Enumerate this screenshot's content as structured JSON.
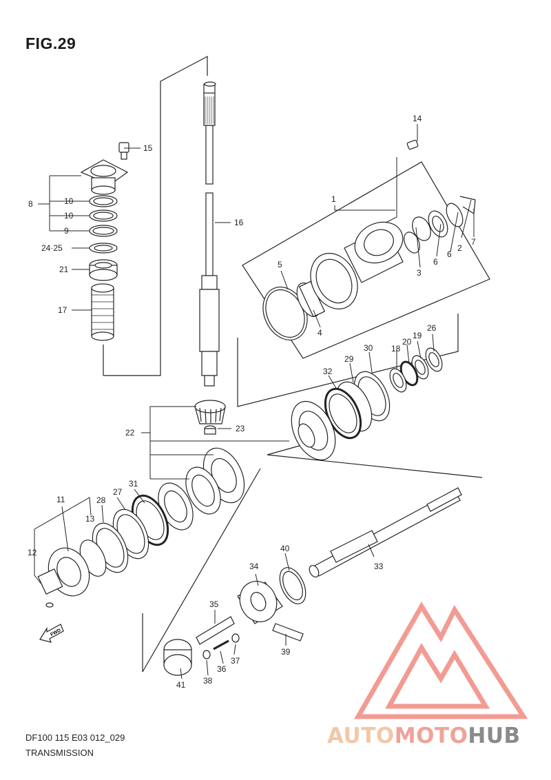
{
  "figure": {
    "title": "FIG.29",
    "model_code": "DF100 115 E03 012_029",
    "section_name": "TRANSMISSION"
  },
  "fwd_label": "FWD",
  "callouts": [
    {
      "id": "1",
      "text": "1"
    },
    {
      "id": "2",
      "text": "2"
    },
    {
      "id": "3",
      "text": "3"
    },
    {
      "id": "4",
      "text": "4"
    },
    {
      "id": "5",
      "text": "5"
    },
    {
      "id": "6a",
      "text": "6"
    },
    {
      "id": "6b",
      "text": "6"
    },
    {
      "id": "7",
      "text": "7"
    },
    {
      "id": "8",
      "text": "8"
    },
    {
      "id": "9",
      "text": "9"
    },
    {
      "id": "10a",
      "text": "10"
    },
    {
      "id": "10b",
      "text": "10"
    },
    {
      "id": "11",
      "text": "11"
    },
    {
      "id": "12",
      "text": "12"
    },
    {
      "id": "13",
      "text": "13"
    },
    {
      "id": "14",
      "text": "14"
    },
    {
      "id": "15",
      "text": "15"
    },
    {
      "id": "16",
      "text": "16"
    },
    {
      "id": "17",
      "text": "17"
    },
    {
      "id": "18",
      "text": "18"
    },
    {
      "id": "19",
      "text": "19"
    },
    {
      "id": "20",
      "text": "20"
    },
    {
      "id": "21",
      "text": "21"
    },
    {
      "id": "22",
      "text": "22"
    },
    {
      "id": "23",
      "text": "23"
    },
    {
      "id": "24-25",
      "text": "24·25"
    },
    {
      "id": "26",
      "text": "26"
    },
    {
      "id": "27",
      "text": "27"
    },
    {
      "id": "28",
      "text": "28"
    },
    {
      "id": "29",
      "text": "29"
    },
    {
      "id": "30",
      "text": "30"
    },
    {
      "id": "31",
      "text": "31"
    },
    {
      "id": "32",
      "text": "32"
    },
    {
      "id": "33",
      "text": "33"
    },
    {
      "id": "34",
      "text": "34"
    },
    {
      "id": "35",
      "text": "35"
    },
    {
      "id": "36",
      "text": "36"
    },
    {
      "id": "37",
      "text": "37"
    },
    {
      "id": "38",
      "text": "38"
    },
    {
      "id": "39",
      "text": "39"
    },
    {
      "id": "40",
      "text": "40"
    },
    {
      "id": "41",
      "text": "41"
    }
  ],
  "watermark": {
    "part1": "AUTO",
    "part2": "MOTO",
    "part3": "HUB",
    "logo_color": "#f08a80"
  }
}
